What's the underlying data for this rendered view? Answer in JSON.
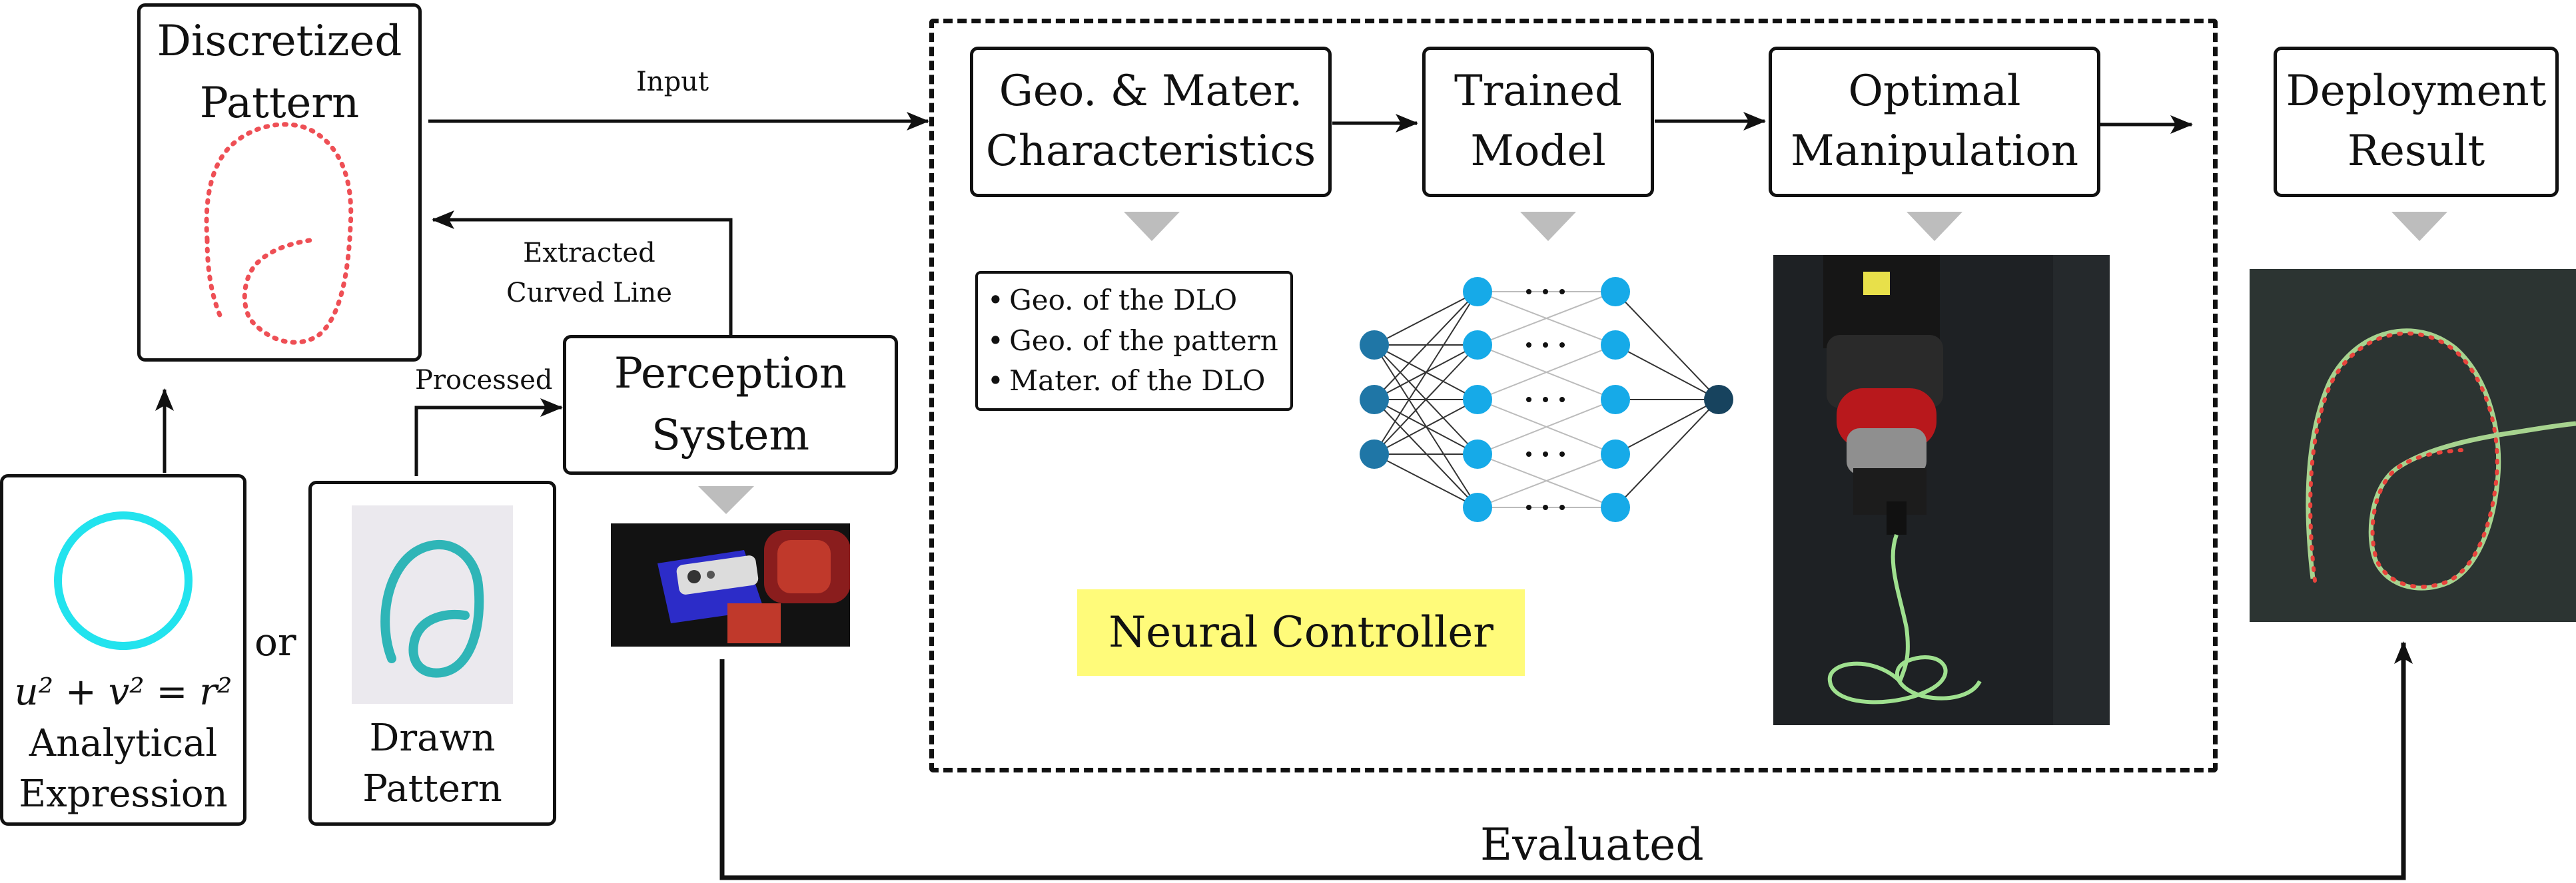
{
  "nodes": {
    "discretized": "Discretized\nPattern",
    "perception": "Perception\nSystem",
    "geo_mater": "Geo. & Mater.\nCharacteristics",
    "trained": "Trained\nModel",
    "optimal": "Optimal\nManipulation",
    "deployment": "Deployment\nResult",
    "analytical_eq": "u² + v² = r²",
    "analytical_label": "Analytical\nExpression",
    "drawn": "Drawn\nPattern",
    "neural_controller": "Neural Controller"
  },
  "edge_labels": {
    "input": "Input",
    "extracted": "Extracted\nCurved Line",
    "processed": "Processed",
    "or": "or",
    "evaluated": "Evaluated"
  },
  "characteristics": [
    "Geo. of the DLO",
    "Geo. of the pattern",
    "Mater. of the DLO"
  ],
  "colors": {
    "circle": "#22e3ee",
    "dots": "#ee4f55",
    "marker": "#bdbdbd",
    "neuron_in": "#1f76a6",
    "neuron_hidden": "#16aae8",
    "neuron_out": "#17435e",
    "highlight": "#fffb7a",
    "cable": "#9fe08f"
  },
  "icons": [
    "triangle-marker-icon",
    "neural-network-icon",
    "robot-camera-photo",
    "robot-arm-photo"
  ]
}
